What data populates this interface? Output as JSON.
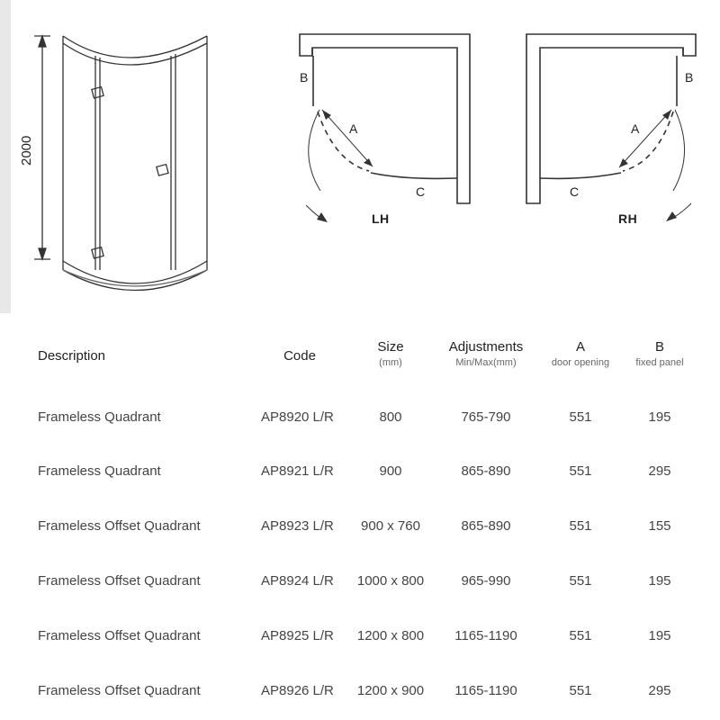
{
  "diagram": {
    "height_label": "2000",
    "lh": {
      "label": "LH",
      "b": "B",
      "a": "A",
      "c": "C"
    },
    "rh": {
      "label": "RH",
      "b": "B",
      "a": "A",
      "c": "C"
    }
  },
  "table": {
    "headers": {
      "description": "Description",
      "code": "Code",
      "size": "Size",
      "size_sub": "(mm)",
      "adjustments": "Adjustments",
      "adjustments_sub": "Min/Max(mm)",
      "a": "A",
      "a_sub": "door opening",
      "b": "B",
      "b_sub": "fixed panel"
    },
    "rows": [
      {
        "description": "Frameless Quadrant",
        "code": "AP8920 L/R",
        "size": "800",
        "adjustments": "765-790",
        "a": "551",
        "b": "195"
      },
      {
        "description": "Frameless Quadrant",
        "code": "AP8921 L/R",
        "size": "900",
        "adjustments": "865-890",
        "a": "551",
        "b": "295"
      },
      {
        "description": "Frameless Offset Quadrant",
        "code": "AP8923 L/R",
        "size": "900 x 760",
        "adjustments": "865-890",
        "a": "551",
        "b": "155"
      },
      {
        "description": "Frameless Offset Quadrant",
        "code": "AP8924 L/R",
        "size": "1000 x 800",
        "adjustments": "965-990",
        "a": "551",
        "b": "195"
      },
      {
        "description": "Frameless Offset Quadrant",
        "code": "AP8925 L/R",
        "size": "1200 x 800",
        "adjustments": "1165-1190",
        "a": "551",
        "b": "195"
      },
      {
        "description": "Frameless Offset Quadrant",
        "code": "AP8926 L/R",
        "size": "1200 x 900",
        "adjustments": "1165-1190",
        "a": "551",
        "b": "295"
      }
    ]
  }
}
